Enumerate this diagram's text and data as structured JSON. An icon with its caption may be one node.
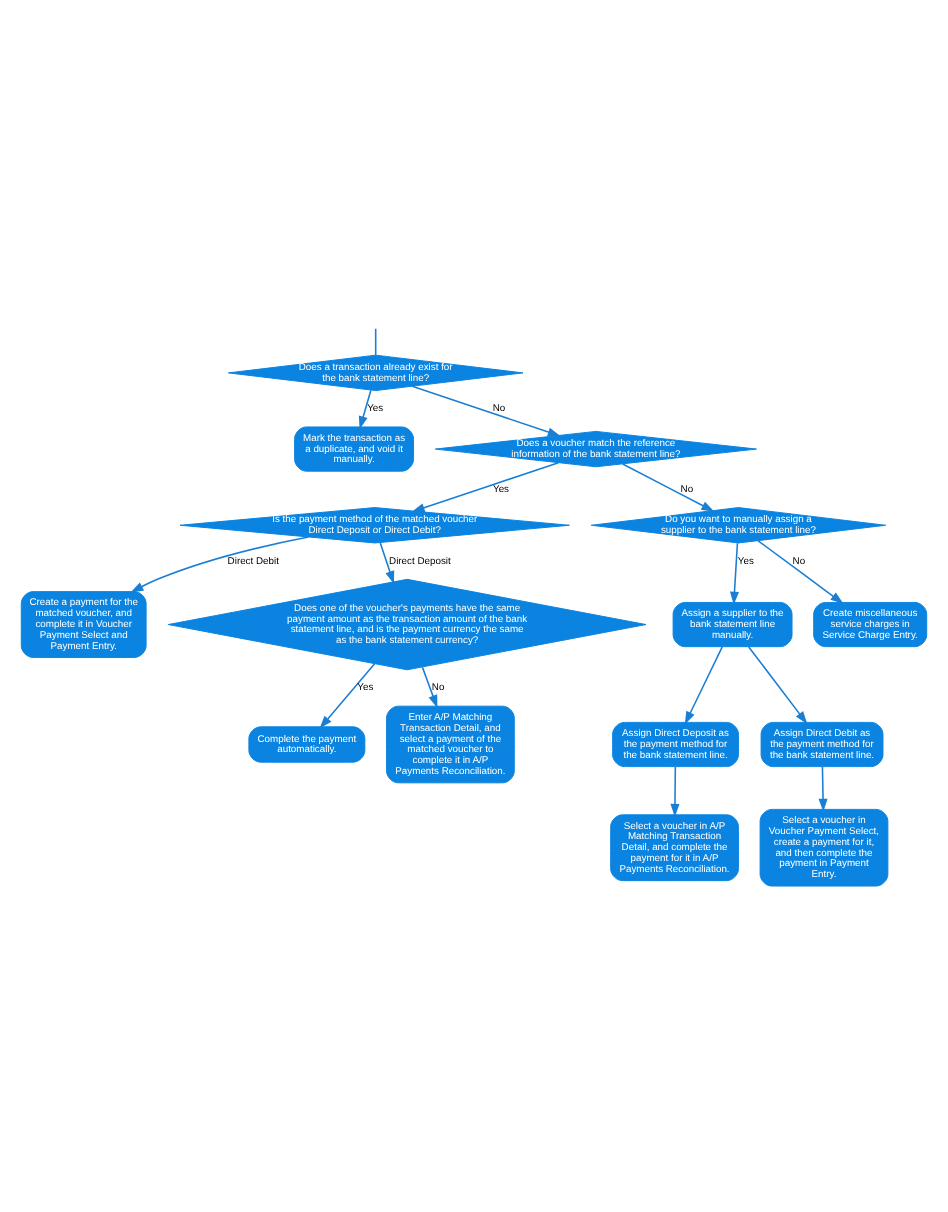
{
  "diagram": {
    "nodes": [
      {
        "text": [
          "Does a transaction already exist for the bank statement line?"
        ]
      },
      {
        "text": [
          "Mark the transaction as a duplicate, and void it manually."
        ]
      },
      {
        "text": [
          "Does a voucher match the reference information of the bank statement line?"
        ]
      },
      {
        "text": [
          "Is the payment method of the matched voucher Direct Deposit or Direct Debit?"
        ]
      },
      {
        "text": [
          "Do you want to manually assign a supplier to the bank statement line?"
        ]
      },
      {
        "text": [
          "Create a payment for the matched voucher, and complete it in Voucher Payment Select and Payment Entry."
        ]
      },
      {
        "text": [
          "Assign a supplier to the bank statement line manually."
        ]
      },
      {
        "text": [
          "Create miscellaneous service charges in Service Charge Entry."
        ]
      },
      {
        "text": [
          "Does one of the voucher's payments have the same payment amount as the transaction amount of the bank statement line, and is the payment currency the same as the bank statement currency?"
        ]
      },
      {
        "text": [
          "Assign Direct Deposit as the payment method for the bank statement line."
        ]
      },
      {
        "text": [
          "Assign Direct Debit as the payment method for the bank statement line."
        ]
      },
      {
        "text": [
          "Select a voucher in A/P Matching Transaction Detail, and complete the payment for it in A/P Payments Reconciliation."
        ]
      },
      {
        "text": [
          "Select a voucher in Voucher Payment Select, create a payment for it, and then complete the payment in Payment Entry."
        ]
      },
      {
        "text": [
          "Complete the payment automatically."
        ]
      },
      {
        "text": [
          "Enter A/P Matching Transaction Detail, and select a payment of the matched voucher to complete it in A/P Payments Reconciliation."
        ]
      }
    ],
    "edges": [
      {
        "from": null,
        "to": 0,
        "arrow": "none"
      },
      {
        "from": 0,
        "to": 1,
        "arrow": "to",
        "label": "Yes"
      },
      {
        "from": 0,
        "to": 2,
        "arrow": "to",
        "label": "No"
      },
      {
        "from": 2,
        "to": 3,
        "arrow": "to",
        "label": "Yes"
      },
      {
        "from": 2,
        "to": 4,
        "arrow": "to",
        "label": "No"
      },
      {
        "from": 3,
        "to": 8,
        "arrow": "to",
        "label": "Direct Deposit"
      },
      {
        "from": 3,
        "to": 5,
        "arrow": "to",
        "label": "Direct Debit"
      },
      {
        "from": 4,
        "to": 6,
        "arrow": "to",
        "label": "Yes"
      },
      {
        "from": 4,
        "to": 7,
        "arrow": "to",
        "label": "No"
      },
      {
        "from": 6,
        "to": 9,
        "arrow": "to"
      },
      {
        "from": 6,
        "to": 10,
        "arrow": "to"
      },
      {
        "from": 9,
        "to": 11,
        "arrow": "to"
      },
      {
        "from": 10,
        "to": 12,
        "arrow": "to"
      },
      {
        "from": 8,
        "to": 13,
        "arrow": "to",
        "label": "Yes"
      },
      {
        "from": 8,
        "to": 14,
        "arrow": "to",
        "label": "No"
      }
    ]
  }
}
